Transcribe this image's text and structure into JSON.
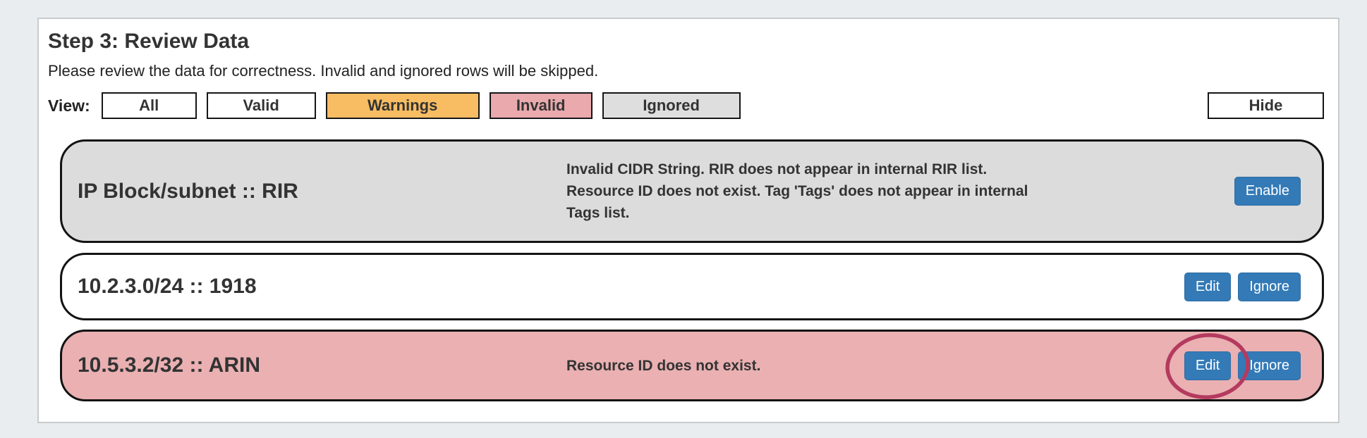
{
  "header": {
    "title": "Step 3: Review Data",
    "subtitle": "Please review the data for correctness. Invalid and ignored rows will be skipped."
  },
  "filters": {
    "label": "View:",
    "options": [
      {
        "label": "All",
        "color": "#ffffff"
      },
      {
        "label": "Valid",
        "color": "#ffffff"
      },
      {
        "label": "Warnings",
        "color": "#f8bd62"
      },
      {
        "label": "Invalid",
        "color": "#e9a9ad"
      },
      {
        "label": "Ignored",
        "color": "#dedede"
      }
    ],
    "hide_label": "Hide"
  },
  "rows": [
    {
      "title": "IP Block/subnet :: RIR",
      "status": "ignored",
      "row_color": "#dcdcdc",
      "message": "Invalid CIDR String. RIR does not appear in internal RIR list. Resource ID does not exist. Tag 'Tags' does not appear in internal Tags list.",
      "buttons": [
        "Enable"
      ]
    },
    {
      "title": "10.2.3.0/24 :: 1918",
      "status": "valid",
      "row_color": "#ffffff",
      "message": "",
      "buttons": [
        "Edit",
        "Ignore"
      ]
    },
    {
      "title": "10.5.3.2/32 :: ARIN",
      "status": "invalid",
      "row_color": "#eab0b2",
      "message": "Resource ID does not exist.",
      "buttons": [
        "Edit",
        "Ignore"
      ],
      "annotation": "edit-button-circled"
    }
  ],
  "colors": {
    "action_button": "#337ab7",
    "action_button_border": "#2e6da4",
    "annotation_circle": "#b43a5f",
    "page_background": "#e9edf0"
  }
}
